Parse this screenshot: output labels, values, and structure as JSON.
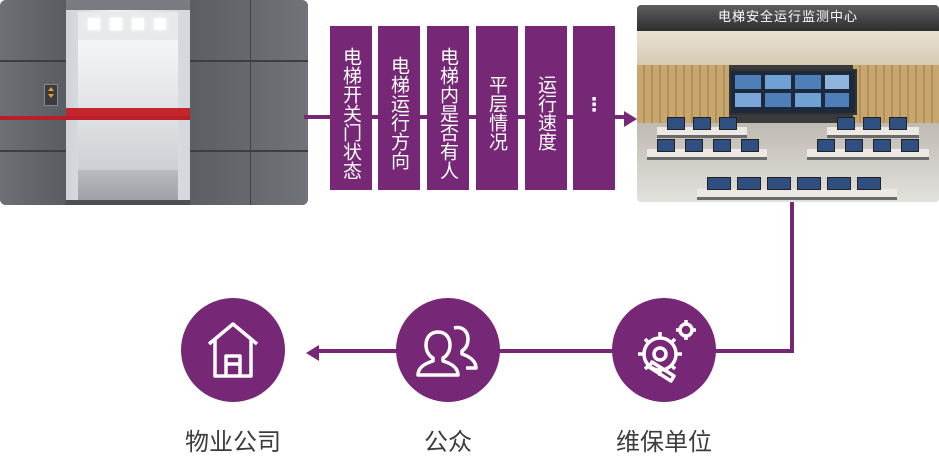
{
  "monitoring_center": {
    "title": "电梯安全运行监测中心"
  },
  "data_items": [
    {
      "label": "电梯开关门状态"
    },
    {
      "label": "电梯运行方向"
    },
    {
      "label": "电梯内是否有人"
    },
    {
      "label": "平层情况"
    },
    {
      "label": "运行速度"
    },
    {
      "label": "⋮"
    }
  ],
  "stakeholders": [
    {
      "label": "维保单位",
      "icon": "gear-wrench-icon"
    },
    {
      "label": "公众",
      "icon": "people-icon"
    },
    {
      "label": "物业公司",
      "icon": "house-icon"
    }
  ],
  "colors": {
    "accent": "#762775"
  }
}
